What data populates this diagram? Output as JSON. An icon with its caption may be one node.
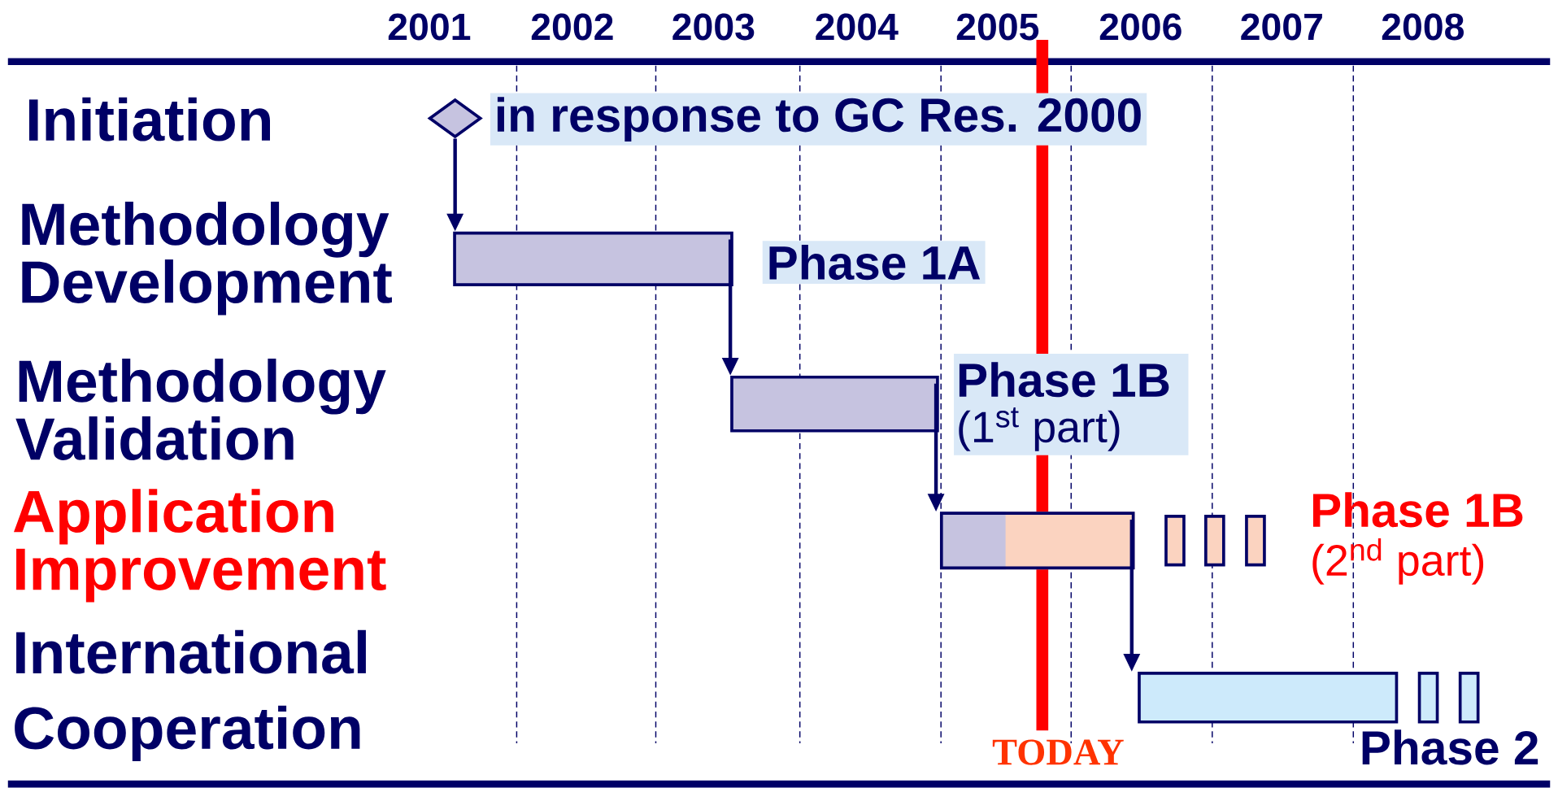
{
  "diagram": {
    "nodes": [
      {
        "text": [],
        "shape": "diamond",
        "beside": [
          "in response to GC Res. 2000"
        ]
      },
      {
        "text": [],
        "shape": "bar",
        "beside": [
          "Phase 1A"
        ]
      },
      {
        "text": [],
        "shape": "bar",
        "beside": [
          "Phase 1B",
          "(1$^{st}$ part)"
        ]
      },
      {
        "text": [],
        "shape": "bar",
        "beside": [
          "Phase 1B",
          "(2$^{nd}$ part)"
        ]
      },
      {
        "text": [],
        "shape": "box"
      },
      {
        "text": [],
        "shape": "box"
      },
      {
        "text": [],
        "shape": "box"
      },
      {
        "text": [],
        "shape": "bar",
        "beside": [
          "Phase 2"
        ]
      },
      {
        "text": [],
        "shape": "box"
      },
      {
        "text": [],
        "shape": "box"
      }
    ],
    "edges": [
      {
        "from": 0,
        "to": 1,
        "arrow": "to"
      },
      {
        "from": 1,
        "to": 2,
        "arrow": "to"
      },
      {
        "from": 2,
        "to": 3,
        "arrow": "to"
      },
      {
        "from": 3,
        "to": 7,
        "arrow": "to"
      }
    ],
    "labels": [
      "2001",
      "2002",
      "2003",
      "2004",
      "2005",
      "2006",
      "2007",
      "2008",
      "Initiation",
      "Methodology Development",
      "Methodology Validation",
      "Application Improvement",
      "International Cooperation",
      "TODAY"
    ]
  }
}
